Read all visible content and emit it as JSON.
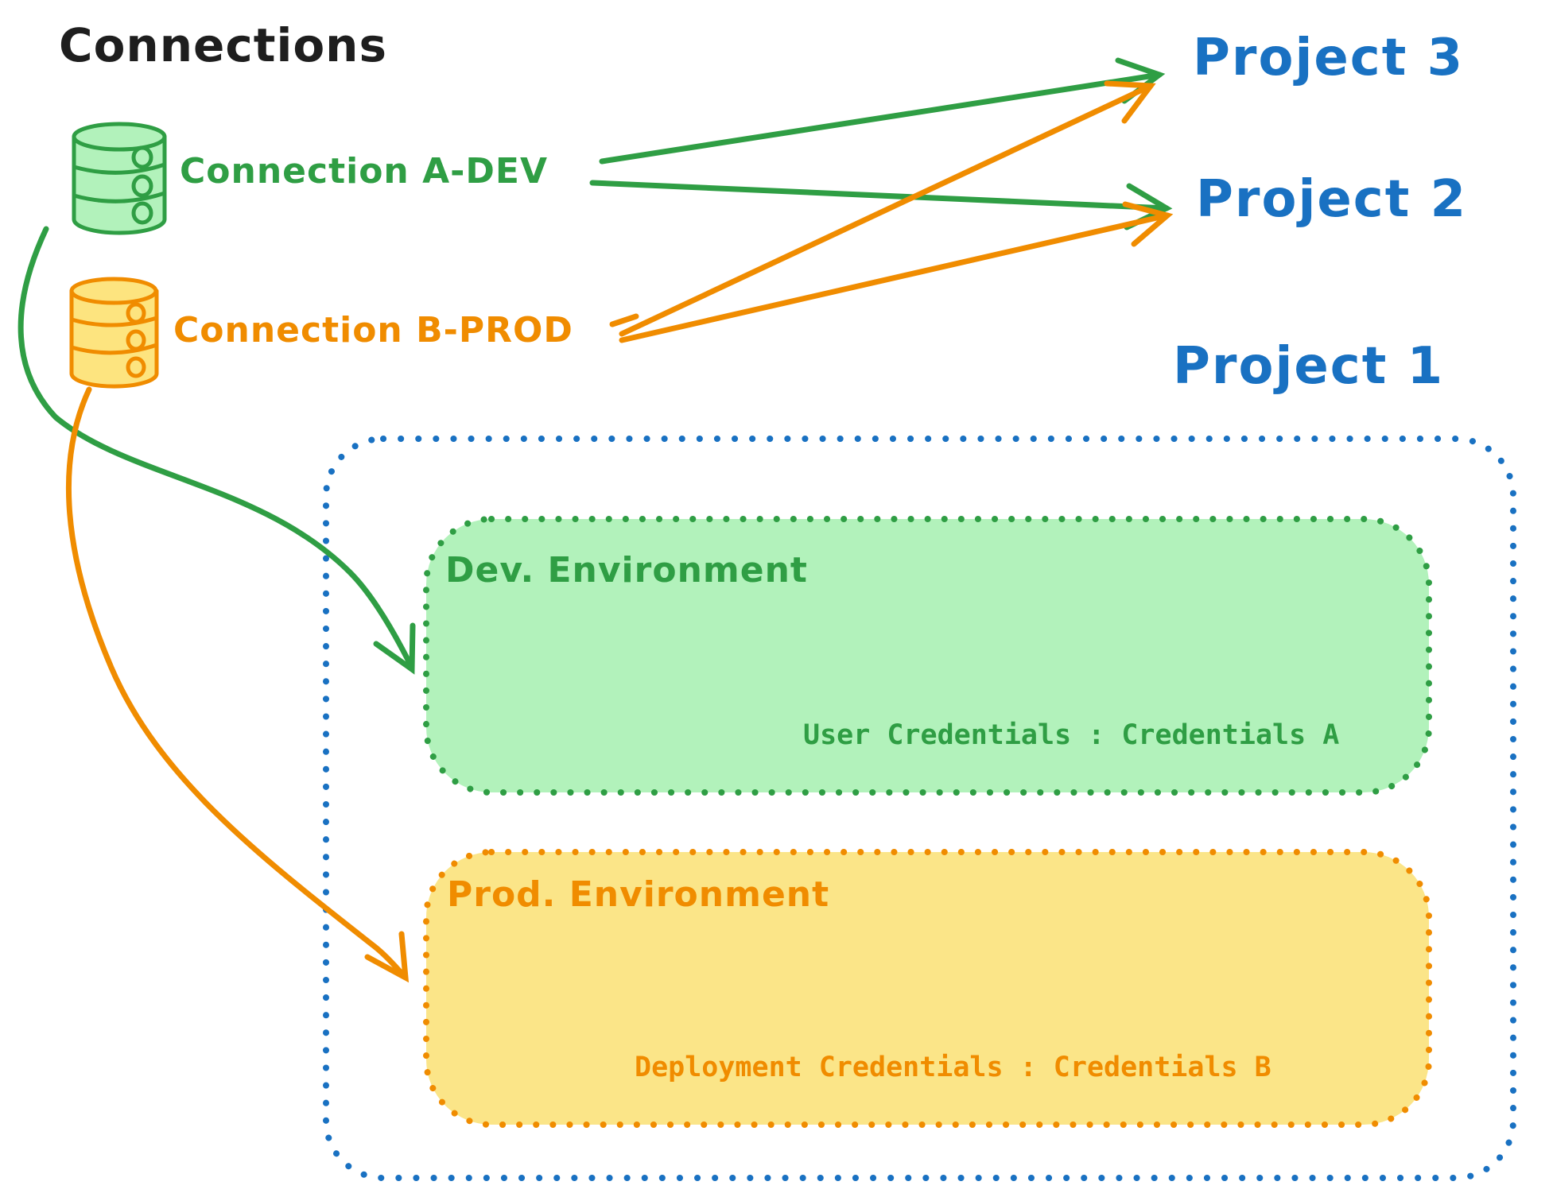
{
  "diagram": {
    "title": "Connections",
    "connections": [
      {
        "id": "a-dev",
        "label": "Connection A-DEV",
        "color": "#2f9e44",
        "icon": "database-cylinder-icon"
      },
      {
        "id": "b-prod",
        "label": "Connection B-PROD",
        "color": "#f08c00",
        "icon": "database-cylinder-icon"
      }
    ],
    "projects": [
      {
        "id": "project-3",
        "label": "Project 3"
      },
      {
        "id": "project-2",
        "label": "Project 2"
      },
      {
        "id": "project-1",
        "label": "Project 1"
      }
    ],
    "project1": {
      "environments": [
        {
          "id": "dev",
          "title": "Dev. Environment",
          "credentials_label": "User Credentials : Credentials A",
          "stroke": "#2f9e44",
          "fill": "#b2f2bb"
        },
        {
          "id": "prod",
          "title": "Prod. Environment",
          "credentials_label": "Deployment Credentials : Credentials B",
          "stroke": "#f08c00",
          "fill": "#fbe588"
        }
      ]
    },
    "arrows": [
      {
        "from": "connection-a-dev",
        "to": "project-3",
        "color": "#2f9e44"
      },
      {
        "from": "connection-a-dev",
        "to": "project-2",
        "color": "#2f9e44"
      },
      {
        "from": "connection-b-prod",
        "to": "project-3",
        "color": "#f08c00"
      },
      {
        "from": "connection-b-prod",
        "to": "project-2",
        "color": "#f08c00"
      },
      {
        "from": "connection-a-dev",
        "to": "dev-environment",
        "color": "#2f9e44"
      },
      {
        "from": "connection-b-prod",
        "to": "prod-environment",
        "color": "#f08c00"
      }
    ],
    "colors": {
      "green_stroke": "#2f9e44",
      "green_fill": "#b2f2bb",
      "orange_stroke": "#f08c00",
      "orange_fill": "#fbe588",
      "cylinder_orange_fill": "#fde47f",
      "blue": "#1971c2",
      "black": "#1e1e1e",
      "background": "#ffffff"
    }
  }
}
